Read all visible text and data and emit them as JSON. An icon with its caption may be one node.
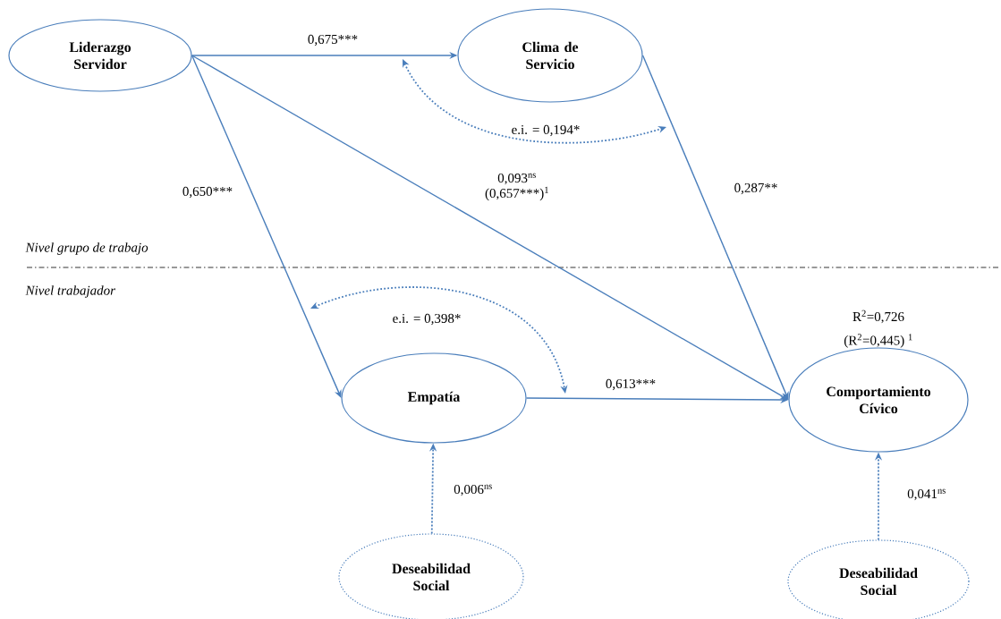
{
  "diagram": {
    "nodes": [
      {
        "text": [
          "Liderazgo Servidor"
        ]
      },
      {
        "text": [
          "Clima de Servicio"
        ]
      },
      {
        "text": [
          "Empatía"
        ]
      },
      {
        "text": [
          "Comportamiento Cívico"
        ],
        "beside": [
          "R$^{2}$=0,726",
          "(R$^{2}$=0,445) $^{1}$"
        ]
      },
      {
        "text": [
          "Deseabilidad Social"
        ]
      },
      {
        "text": [
          "Deseabilidad Social"
        ]
      }
    ],
    "edges": [
      {
        "from": 0,
        "to": 1,
        "arrow": "to",
        "label": "0,675***"
      },
      {
        "from": 0,
        "to": 2,
        "arrow": "to",
        "label": "0,650***"
      },
      {
        "from": 0,
        "to": 3,
        "arrow": "to",
        "label": "0,093$^{ns}$ (0,657***)$^{1}$"
      },
      {
        "from": 1,
        "to": 3,
        "arrow": "to",
        "label": "0,287**"
      },
      {
        "from": 2,
        "to": 3,
        "arrow": "to",
        "label": "0,613***"
      },
      {
        "from": 4,
        "to": 2,
        "arrow": "to",
        "label": "0,006$^{ns}$",
        "style": "dashed"
      },
      {
        "from": 5,
        "to": 3,
        "arrow": "to",
        "label": "0,041$^{ns}$",
        "style": "dashed"
      }
    ],
    "labels": [
      "e.i. = 0,194*",
      "Nivel grupo de trabajo",
      "Nivel trabajador",
      "e.i. = 0,398*"
    ]
  }
}
